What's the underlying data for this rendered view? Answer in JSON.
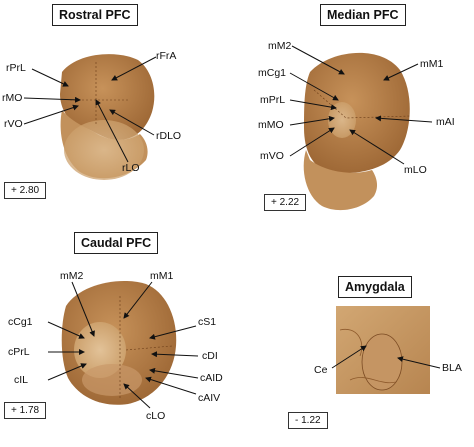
{
  "panels": {
    "rostral": {
      "title": "Rostral PFC",
      "coordinate": "+ 2.80",
      "labels": {
        "rPrL": "rPrL",
        "rFrA": "rFrA",
        "rMO": "rMO",
        "rVO": "rVO",
        "rDLO": "rDLO",
        "rLO": "rLO"
      }
    },
    "median": {
      "title": "Median PFC",
      "coordinate": "+ 2.22",
      "labels": {
        "mM2": "mM2",
        "mM1": "mM1",
        "mCg1": "mCg1",
        "mPrL": "mPrL",
        "mMO": "mMO",
        "mAI": "mAI",
        "mVO": "mVO",
        "mLO": "mLO"
      }
    },
    "caudal": {
      "title": "Caudal PFC",
      "coordinate": "+ 1.78",
      "labels": {
        "mM2": "mM2",
        "mM1": "mM1",
        "cCg1": "cCg1",
        "cS1": "cS1",
        "cPrL": "cPrL",
        "cDI": "cDI",
        "cIL": "cIL",
        "cAID": "cAID",
        "cAIV": "cAIV",
        "cLO": "cLO"
      }
    },
    "amygdala": {
      "title": "Amygdala",
      "coordinate": "- 1.22",
      "labels": {
        "Ce": "Ce",
        "BLA": "BLA"
      }
    }
  },
  "colors": {
    "tissue": "#b9844f",
    "tissue_dark": "#8e5a2c",
    "tissue_light": "#d7ae7c",
    "amygdala_bg": "#c99a66"
  }
}
